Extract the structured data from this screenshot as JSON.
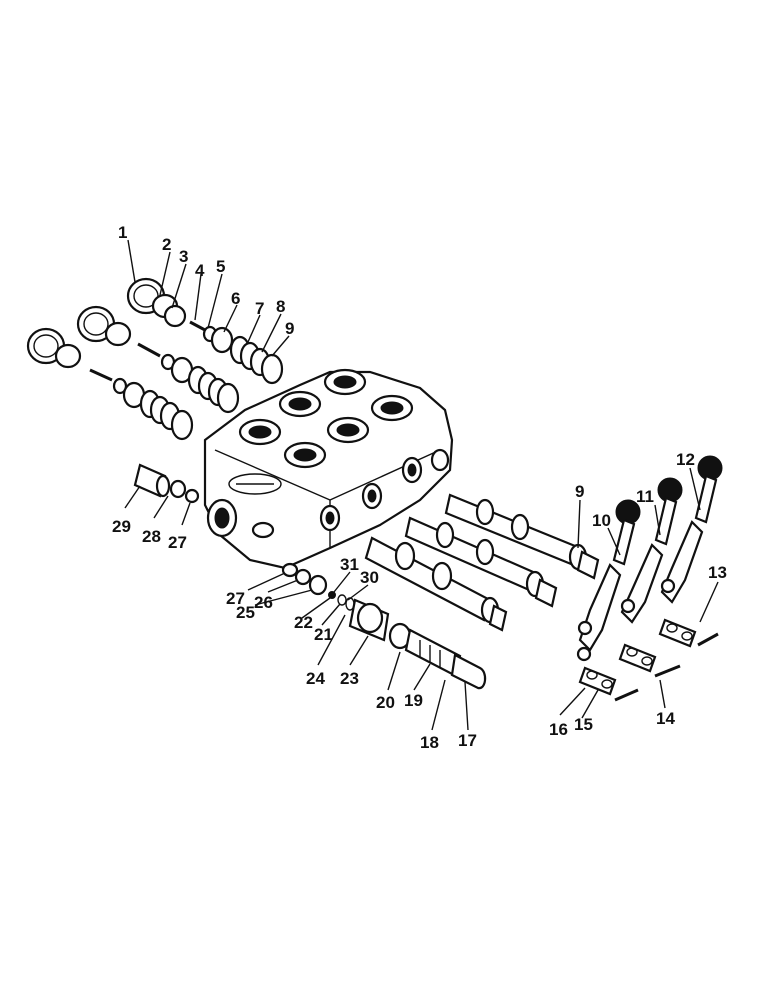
{
  "diagram": {
    "labels": {
      "l1": "1",
      "l2": "2",
      "l3": "3",
      "l4": "4",
      "l5": "5",
      "l6": "6",
      "l7": "7",
      "l8": "8",
      "l9a": "9",
      "l9b": "9",
      "l10": "10",
      "l11": "11",
      "l12": "12",
      "l13": "13",
      "l14": "14",
      "l15": "15",
      "l16": "16",
      "l17": "17",
      "l18": "18",
      "l19": "19",
      "l20": "20",
      "l21": "21",
      "l22": "22",
      "l23": "23",
      "l24": "24",
      "l25": "25",
      "l26": "26",
      "l27a": "27",
      "l27b": "27",
      "l28": "28",
      "l29": "29",
      "l30": "30",
      "l31": "31"
    }
  }
}
